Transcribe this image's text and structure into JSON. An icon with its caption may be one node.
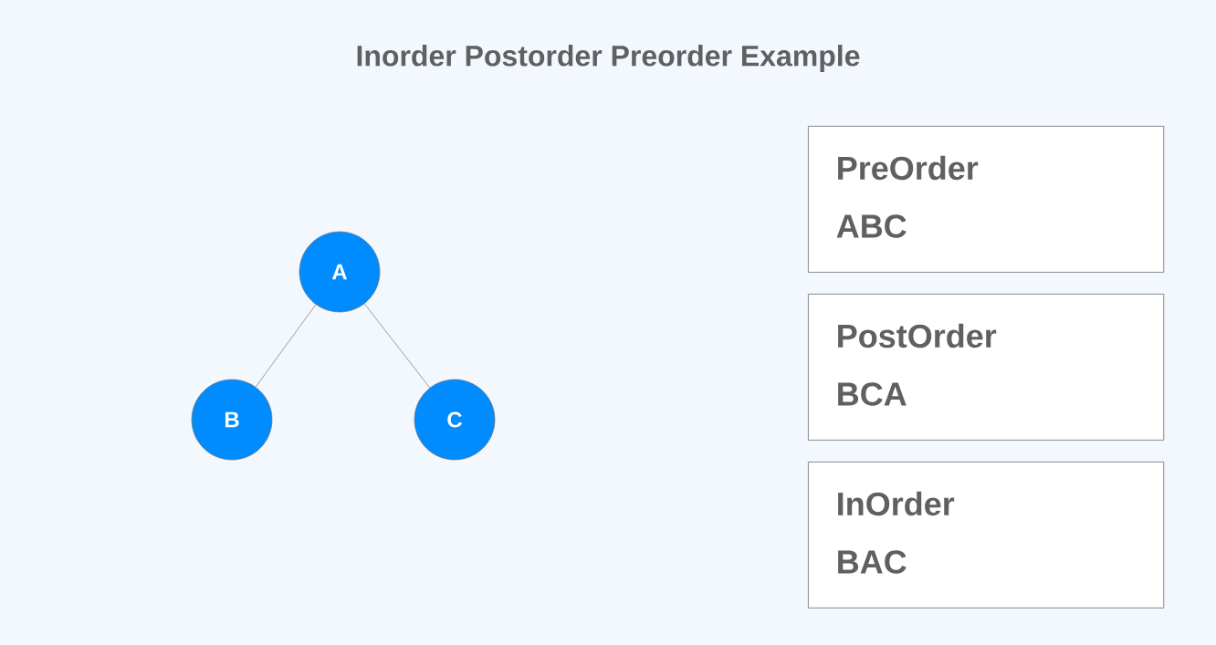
{
  "diagram": {
    "title": "Inorder Postorder Preorder Example",
    "nodes": [
      {
        "text": [
          "A"
        ]
      },
      {
        "text": [
          "B"
        ]
      },
      {
        "text": [
          "C"
        ]
      },
      {
        "text": [
          "PreOrder",
          "ABC"
        ]
      },
      {
        "text": [
          "PostOrder",
          "BCA"
        ]
      },
      {
        "text": [
          "InOrder",
          "BAC"
        ]
      }
    ],
    "edges": [
      {
        "from": 0,
        "to": 1,
        "arrow": "none"
      },
      {
        "from": 0,
        "to": 2,
        "arrow": "none"
      }
    ]
  }
}
